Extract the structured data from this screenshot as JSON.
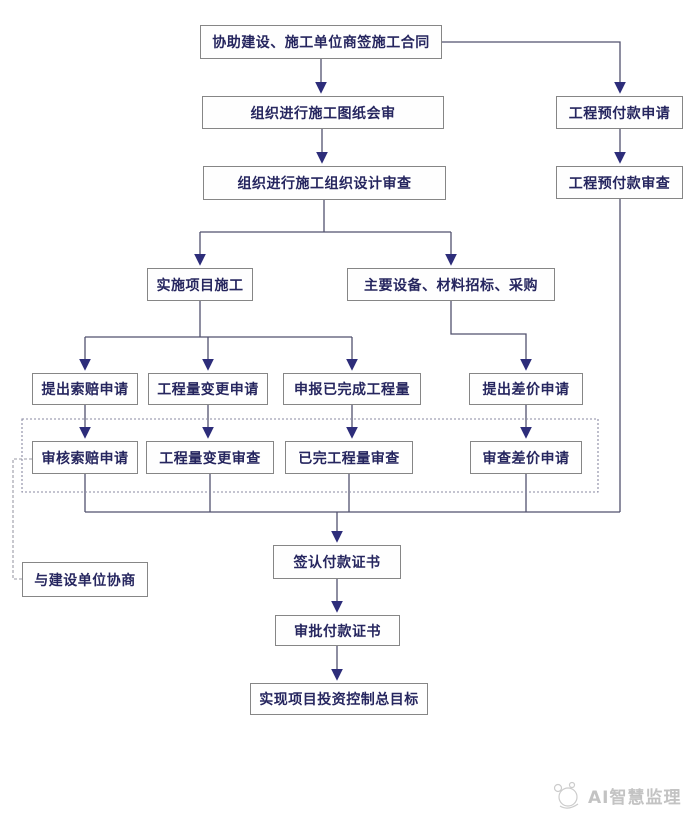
{
  "diagram": {
    "title": "construction-supervision-investment-control-flowchart",
    "nodes": {
      "assist_contract": {
        "label": "协助建设、施工单位商签施工合同"
      },
      "drawing_review": {
        "label": "组织进行施工图纸会审"
      },
      "org_design_review": {
        "label": "组织进行施工组织设计审查"
      },
      "prepay_apply": {
        "label": "工程预付款申请"
      },
      "prepay_review": {
        "label": "工程预付款审查"
      },
      "implement_construction": {
        "label": "实施项目施工"
      },
      "equipment_bid": {
        "label": "主要设备、材料招标、采购"
      },
      "claim_apply": {
        "label": "提出索赔申请"
      },
      "change_apply": {
        "label": "工程量变更申请"
      },
      "completed_report": {
        "label": "申报已完成工程量"
      },
      "price_diff_apply": {
        "label": "提出差价申请"
      },
      "claim_review": {
        "label": "审核索赔申请"
      },
      "change_review": {
        "label": "工程量变更审查"
      },
      "completed_review": {
        "label": "已完工程量审查"
      },
      "price_diff_review": {
        "label": "审查差价申请"
      },
      "consult_owner": {
        "label": "与建设单位协商"
      },
      "sign_payment": {
        "label": "签认付款证书"
      },
      "approve_payment": {
        "label": "审批付款证书"
      },
      "goal": {
        "label": "实现项目投资控制总目标"
      }
    },
    "colors": {
      "box_border": "#868686",
      "text": "#26265f",
      "line": "#51516e",
      "arrowhead": "#2d2d7a",
      "dotted_frame": "#8a8aa2",
      "dashed_link": "#9a9aa6",
      "watermark": "#c3c3c3"
    }
  },
  "footer": {
    "brand": "AI智慧监理"
  }
}
